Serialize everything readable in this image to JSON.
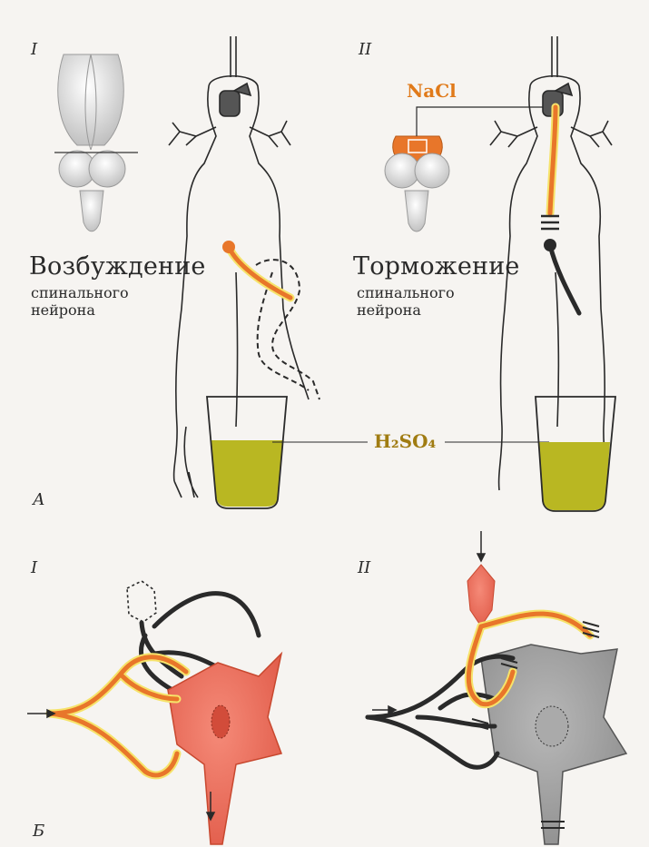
{
  "panel_a": {
    "label": "А",
    "left": {
      "roman": "I",
      "title": "Возбуждение",
      "sub1": "спинального",
      "sub2": "нейрона"
    },
    "right": {
      "roman": "II",
      "title": "Торможение",
      "sub1": "спинального",
      "sub2": "нейрона",
      "nacl_label": "NaCl"
    },
    "acid_label": "H₂SO₄"
  },
  "panel_b": {
    "label": "Б",
    "left": {
      "roman": "I"
    },
    "right": {
      "roman": "II"
    }
  },
  "colors": {
    "orange": "#e8762a",
    "yellow_glow": "#f6e36a",
    "neuron_red": "#ec6f5c",
    "neuron_gray": "#9a9a9a",
    "acid": "#b9b722",
    "outline": "#2a2a2a"
  }
}
